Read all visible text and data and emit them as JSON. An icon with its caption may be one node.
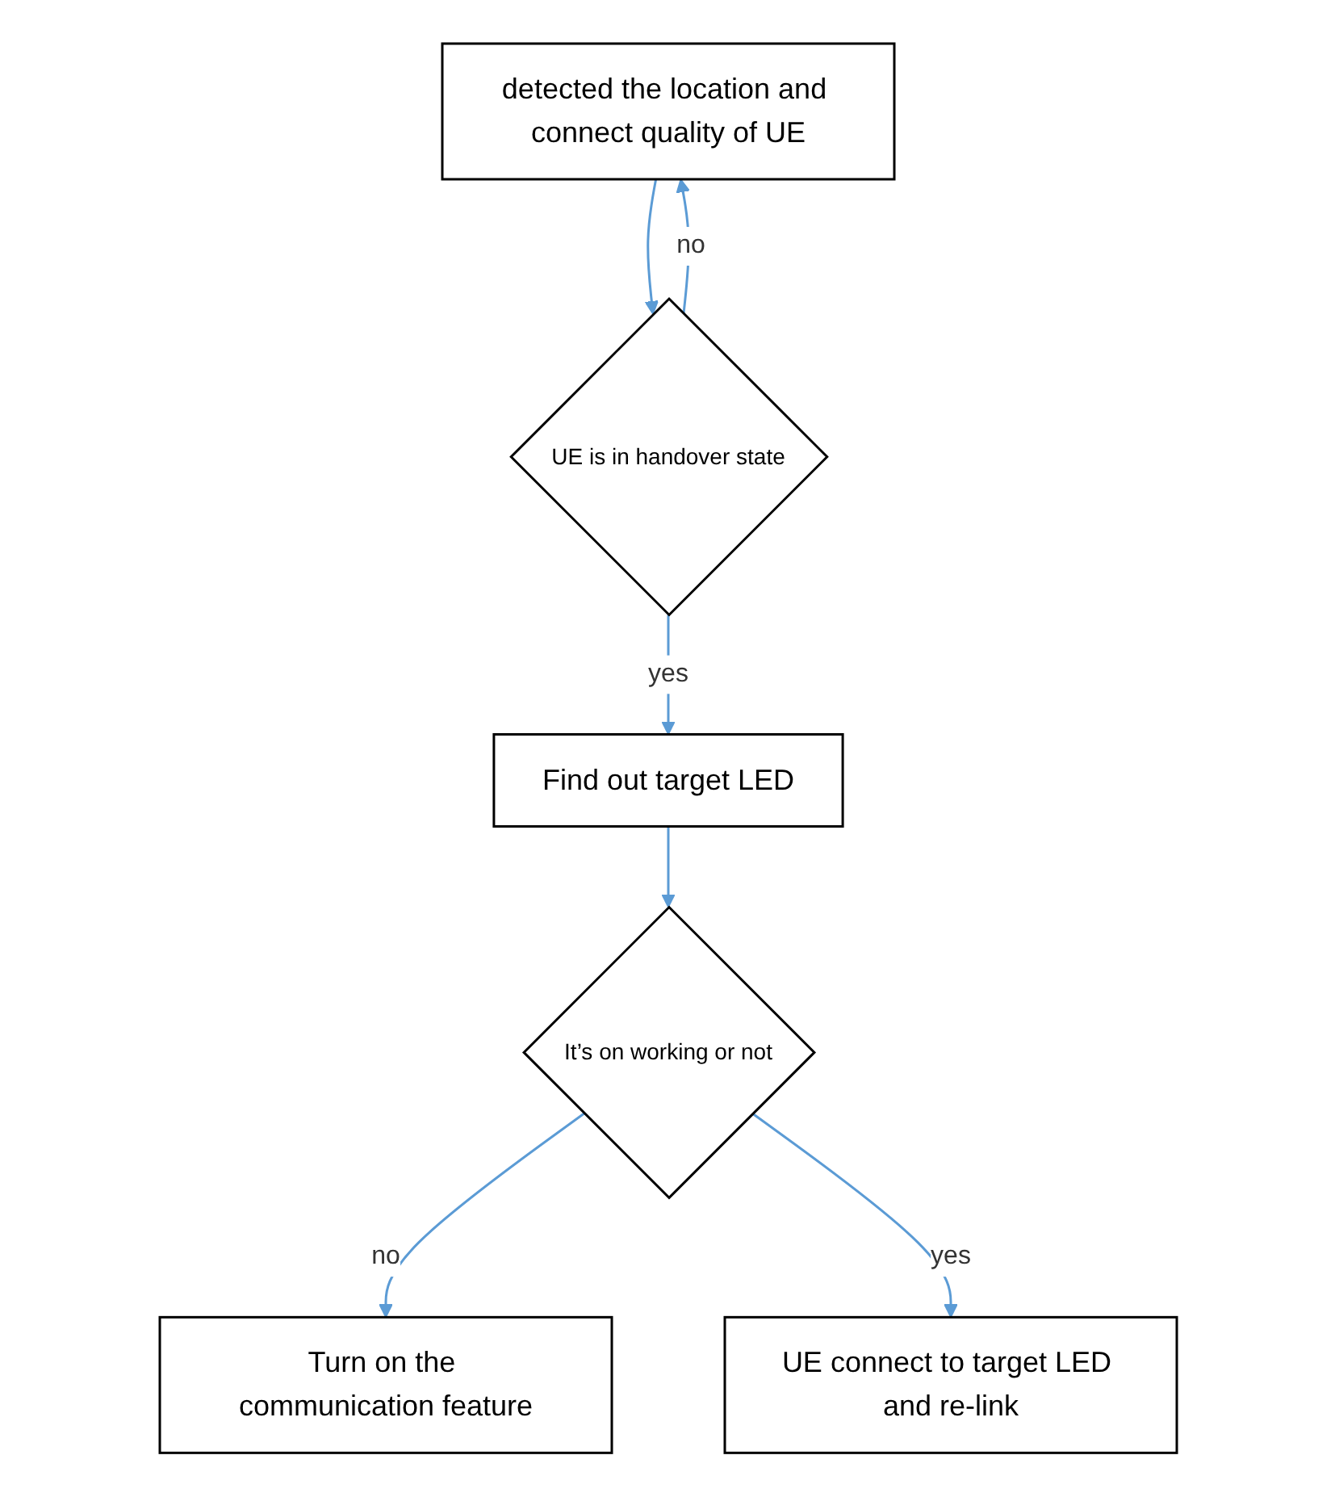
{
  "diagram": {
    "nodes": [
      {
        "text": [
          "detected the location and connect quality of UE"
        ]
      },
      {
        "text": [
          "UE is in handover state"
        ]
      },
      {
        "text": [
          "Find out target LED"
        ]
      },
      {
        "text": [
          "It’s on working or not"
        ]
      },
      {
        "text": [
          "Turn on the communication feature"
        ]
      },
      {
        "text": [
          "UE connect to target LED and re-link"
        ]
      }
    ],
    "edges": [
      {
        "from": 0,
        "to": 1,
        "arrow": "to"
      },
      {
        "from": 1,
        "to": 0,
        "label": "no",
        "arrow": "to"
      },
      {
        "from": 1,
        "to": 2,
        "label": "yes",
        "arrow": "to"
      },
      {
        "from": 2,
        "to": 3,
        "arrow": "to"
      },
      {
        "from": 3,
        "to": 4,
        "label": "no",
        "arrow": "to"
      },
      {
        "from": 3,
        "to": 5,
        "label": "yes",
        "arrow": "to"
      }
    ]
  }
}
